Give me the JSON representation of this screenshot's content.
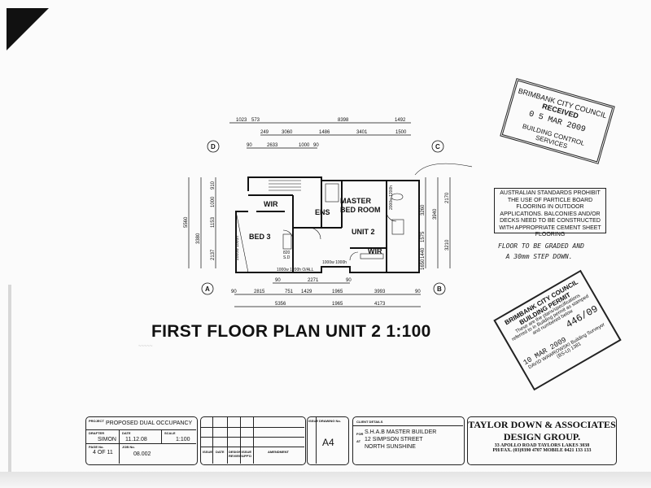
{
  "plan": {
    "title": "FIRST FLOOR  PLAN UNIT 2 1:100",
    "faint_note": "~~~~~",
    "grid": [
      "D",
      "C",
      "A",
      "B"
    ],
    "rooms": {
      "wir1": "WIR",
      "master": "MASTER",
      "bedroom": "BED ROOM",
      "ens": "ENS",
      "bed3": "BED 3",
      "unit": "UNIT 2",
      "wir2": "WIR"
    },
    "top_dims_1": [
      "1023",
      "573",
      "8398",
      "1492"
    ],
    "top_dims_2": [
      "249",
      "3060",
      "1486",
      "3401",
      "1500"
    ],
    "top_dims_3": [
      "90",
      "2633",
      "1000",
      "90"
    ],
    "left_dims_1": [
      "5560"
    ],
    "left_dims_2": [
      "3380"
    ],
    "left_dims_3": [
      "2137",
      "1153",
      "1000",
      "910"
    ],
    "right_dims_1": [
      "3260",
      "1575",
      "1440",
      "1650"
    ],
    "right_dims_2": [
      "3940"
    ],
    "right_dims_3": [
      "2170",
      "3210"
    ],
    "bottom_dims_1": [
      "90",
      "2271",
      "90"
    ],
    "bottom_dims_2": [
      "90",
      "2815",
      "751",
      "1429",
      "1965",
      "3993",
      "90"
    ],
    "bottom_dims_3": [
      "5356",
      "1965",
      "4173"
    ],
    "window_notes": [
      "1000w 1200h O/ALL",
      "1000w 1000h",
      "2000w 1200h",
      "2000w 1000h"
    ],
    "fixture_notes": [
      "820",
      "S.D"
    ]
  },
  "stamp_council": {
    "line1": "BRIMBANK CITY COUNCIL",
    "line2": "RECEIVED",
    "date": "0 5 MAR 2009",
    "line3": "BUILDING CONTROL SERVICES"
  },
  "notice": {
    "text": "AUSTRALIAN STANDARDS PROHIBIT THE USE OF PARTICLE BOARD FLOORING IN OUTDOOR APPLICATIONS. BALCONIES AND/OR DECKS NEED TO BE CONSTRUCTED WITH APPROPRIATE CEMENT SHEET FLOORING"
  },
  "handwritten": "FLOOR TO BE GRADED AND\n  A 30mm STEP DOWN.",
  "stamp_permit": {
    "header": "BRIMBANK CITY COUNCIL BUILDING PERMIT",
    "body": "These are the plans/specifications referred to in Building permit as stamped and numbered below",
    "number": "446/09",
    "date": "10 MAR 2009",
    "surveyor": "DAVID WAWROWSKI Building Surveyor (BS-U) 1381"
  },
  "title_block": {
    "project_label": "PROJECT",
    "project": "PROPOSED DUAL OCCUPANCY",
    "drafter_label": "DRAFTER",
    "drafter": "SIMON",
    "date_label": "DATE",
    "date": "11.12.08",
    "scale_label": "SCALE",
    "scale": "1:100",
    "page_label": "PAGE No.",
    "page": "4 OF 11",
    "job_label": "JOB No.",
    "job": "08.002",
    "issue_label": "ISSUE",
    "date_col": "DATE",
    "design_col": "DESIGN REVIEW",
    "issue_col": "ISSUE APP'D",
    "amendment_col": "AMENDMENT",
    "issue_hdr": "ISSUE",
    "drawing_label": "DRAWING No.",
    "sheet_size": "A4",
    "client_label": "CLIENT DETAILS",
    "for_label": "FOR",
    "client": "S.H.A.B  MASTER BUILDER",
    "at_label": "AT",
    "address1": "12 SIMPSON STREET",
    "address2": "NORTH SUNSHINE",
    "firm1": "TAYLOR DOWN & ASSOCIATES",
    "firm2": "DESIGN GROUP.",
    "firm3": "33 APOLLO ROAD TAYLORS LAKES 3038",
    "firm4": "PH/FAX. (03)9390 4707  MOBILE 0421 133 133"
  }
}
